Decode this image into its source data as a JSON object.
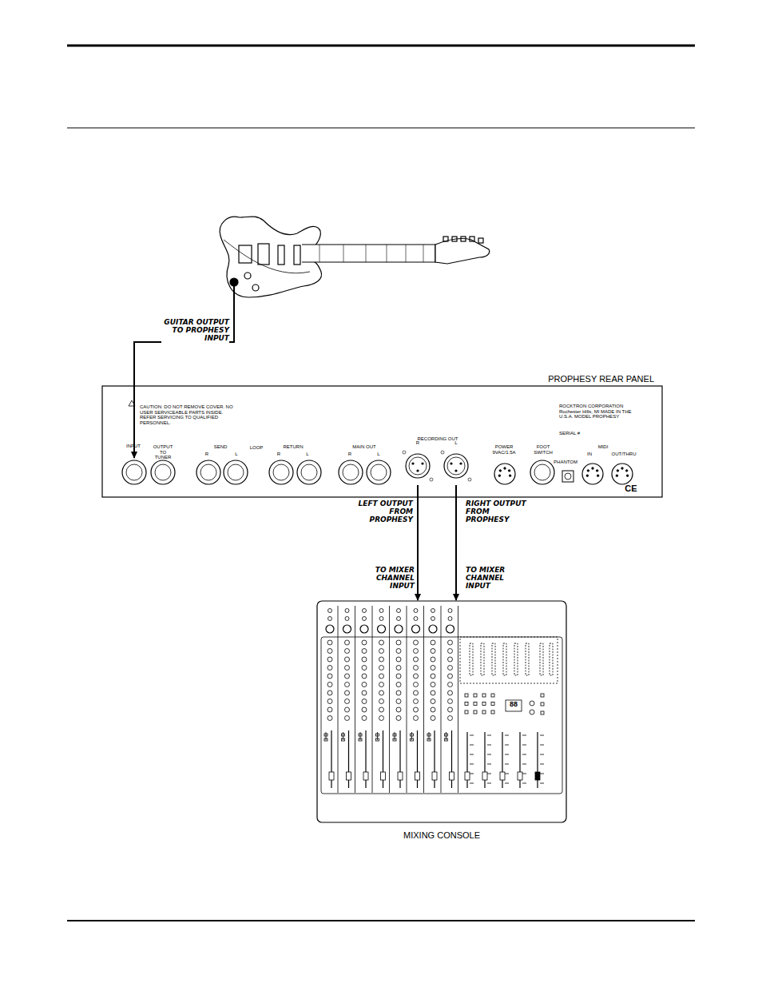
{
  "diagram": {
    "nodes": [
      {
        "text": [
          "PROPHESY REAR PANEL"
        ]
      },
      {
        "text": [
          "R"
        ],
        "in": 0
      },
      {
        "text": [
          "L"
        ],
        "in": 0
      },
      {
        "text": [
          "MIXING CONSOLE"
        ]
      }
    ],
    "edges": [
      {
        "from": 1,
        "to": 3,
        "arrow": "to",
        "label": "LEFT OUTPUT FROM PROPHESY"
      },
      {
        "from": 2,
        "to": 3,
        "arrow": "to",
        "label": "RIGHT OUTPUT FROM PROPHESY"
      }
    ],
    "labels": [
      "GUITAR OUTPUT TO PROPHESY INPUT",
      "CAUTION: DO NOT REMOVE COVER. NO USER SERVICEABLE PARTS INSIDE. REFER SERVICING TO QUALIFIED PERSONNEL.",
      "INPUT",
      "OUTPUT TO TUNER",
      "SEND",
      "R",
      "L",
      "LOOP",
      "RETURN",
      "R",
      "L",
      "MAIN OUT",
      "R",
      "L",
      "RECORDING OUT",
      "POWER 9VAC/1.5A",
      "FOOT SWITCH",
      "PHANTOM",
      "MIDI",
      "IN",
      "OUT/THRU",
      "ROCKTRON CORPORATION Rochester Hills, MI MADE IN THE U.S.A. MODEL PROPHESY",
      "SERIAL #",
      "CE",
      "TO MIXER CHANNEL INPUT",
      "TO MIXER CHANNEL INPUT",
      "88"
    ]
  }
}
